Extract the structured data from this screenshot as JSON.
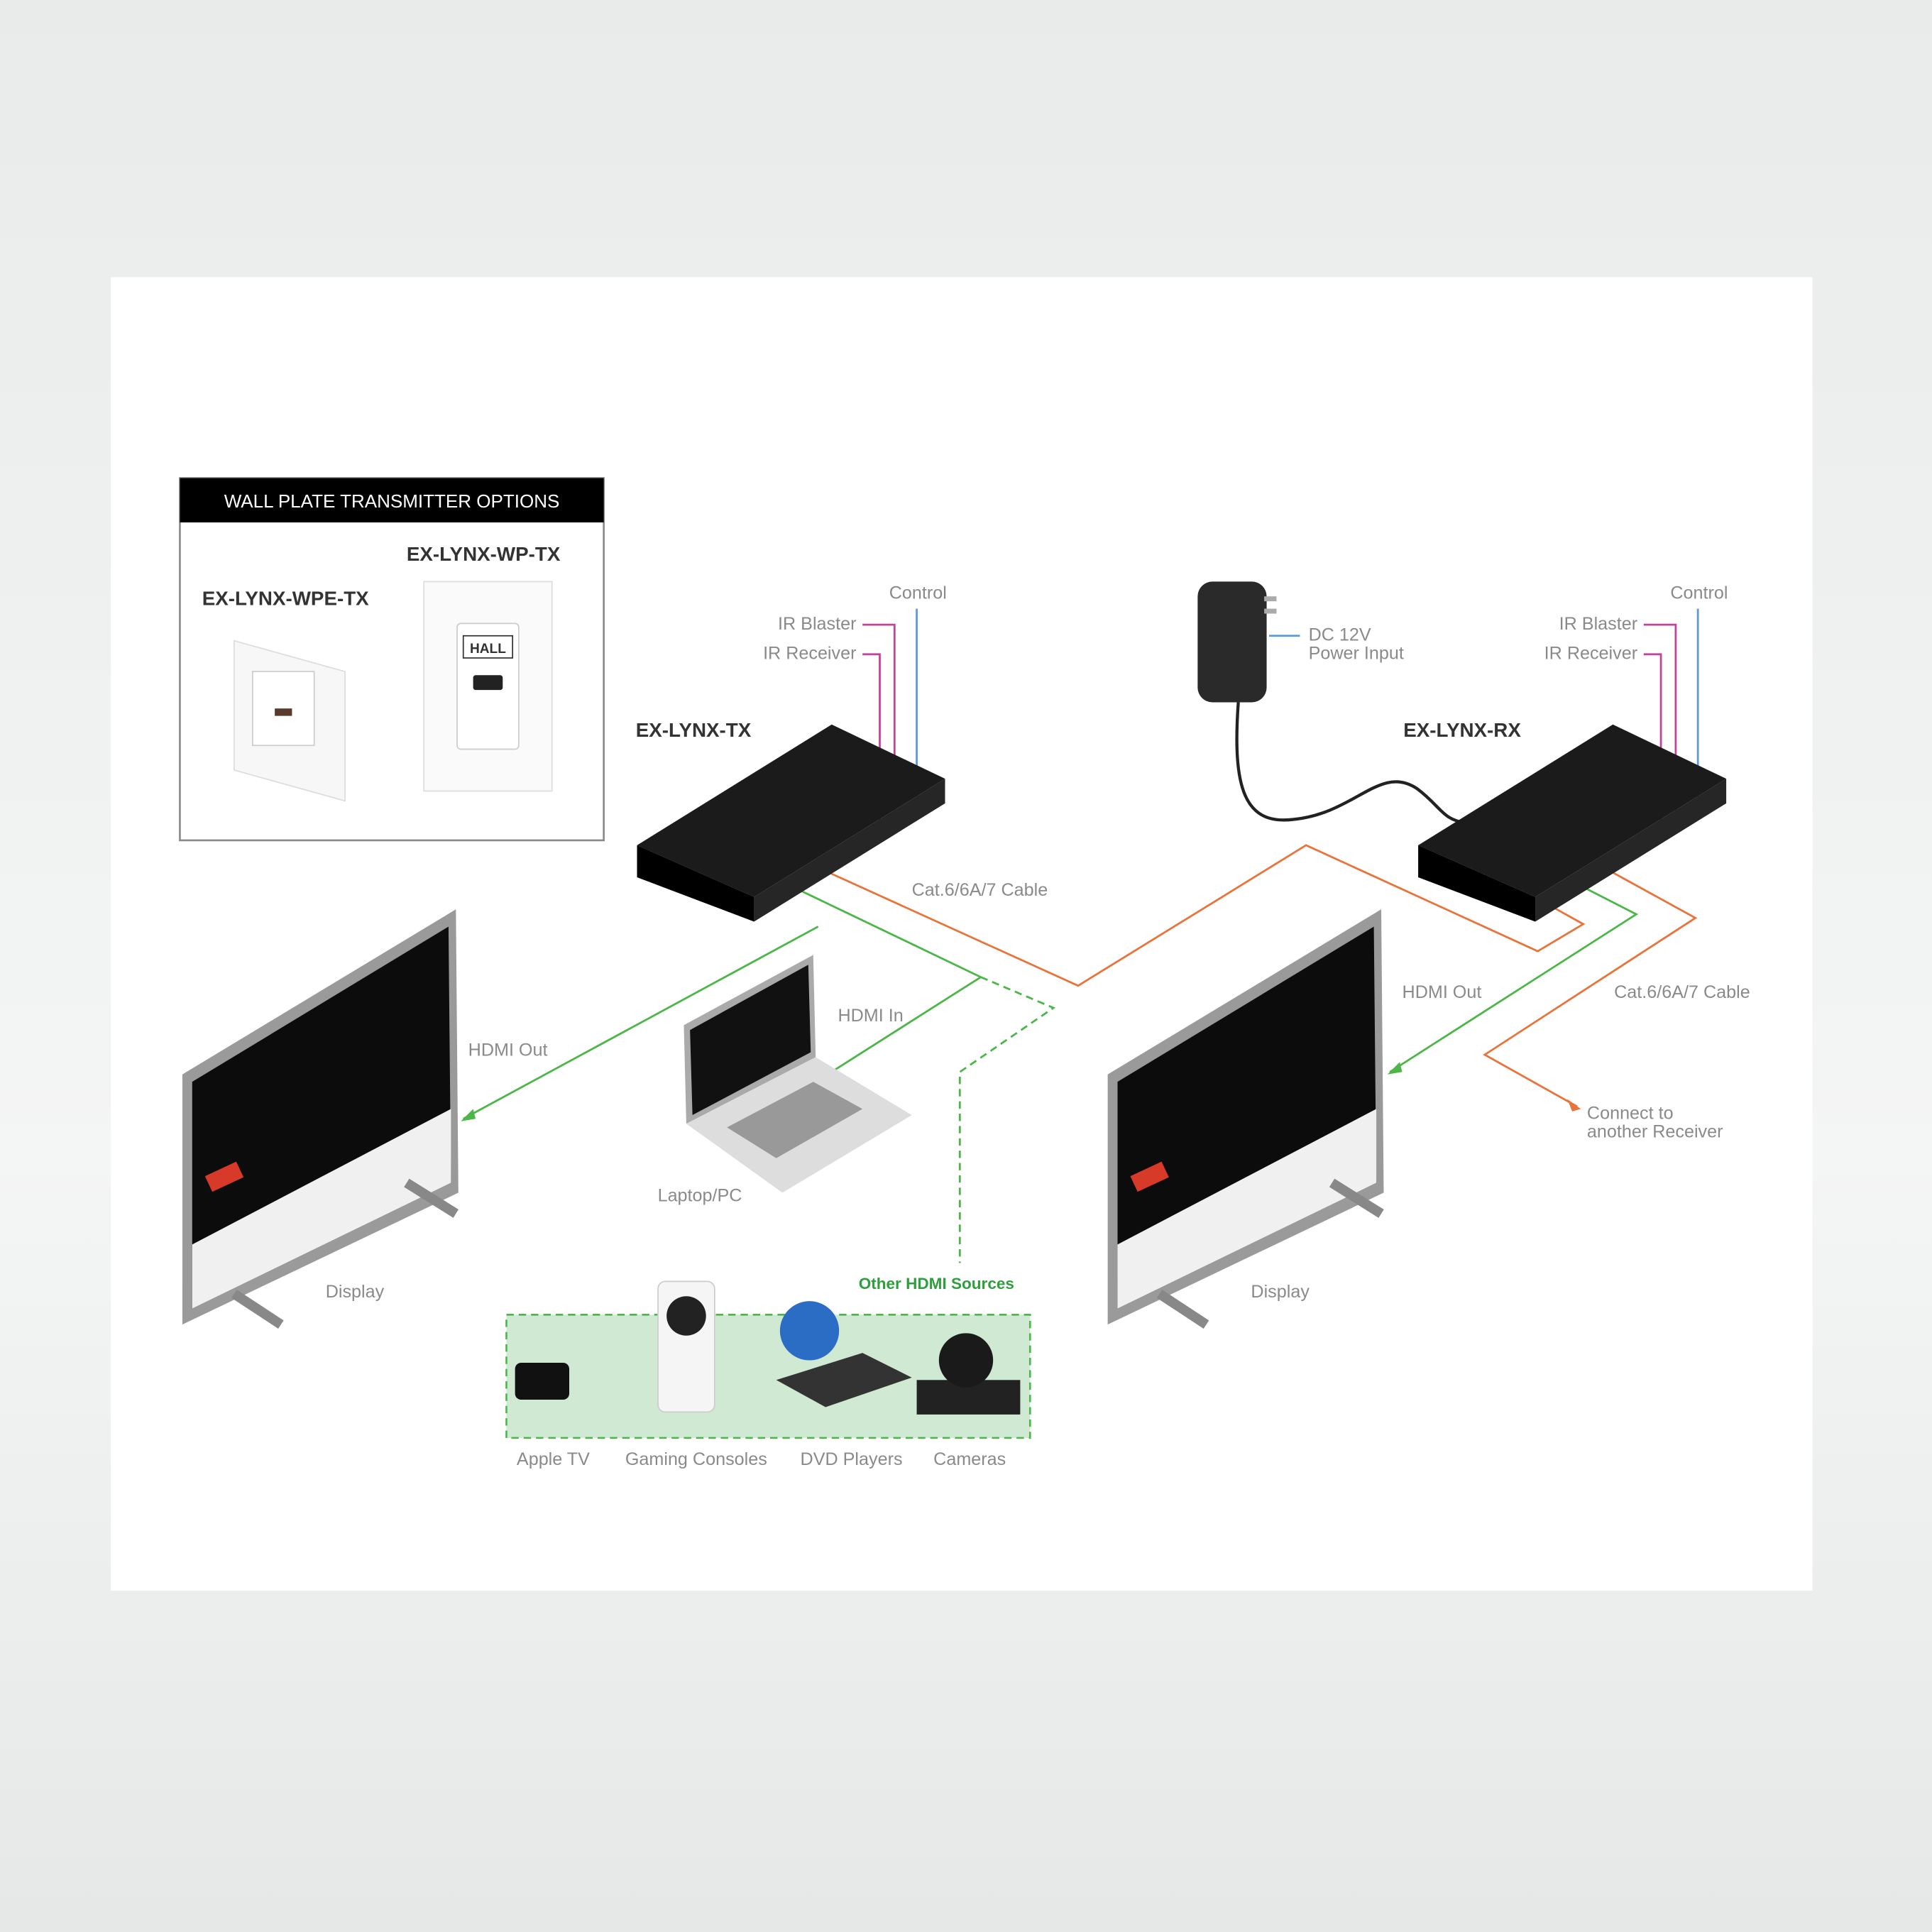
{
  "wallplate": {
    "header": "WALL PLATE TRANSMITTER OPTIONS",
    "wp_tx": "EX-LYNX-WP-TX",
    "wpe_tx": "EX-LYNX-WPE-TX",
    "logo": "HALL"
  },
  "tx": {
    "name": "EX-LYNX-TX",
    "control": "Control",
    "ir_blaster": "IR Blaster",
    "ir_receiver": "IR Receiver",
    "cable": "Cat.6/6A/7 Cable",
    "hdmi_out": "HDMI Out",
    "hdmi_in": "HDMI In"
  },
  "rx": {
    "name": "EX-LYNX-RX",
    "control": "Control",
    "ir_blaster": "IR Blaster",
    "ir_receiver": "IR Receiver",
    "cable": "Cat.6/6A/7 Cable",
    "hdmi_out": "HDMI Out",
    "connect_1": "Connect to",
    "connect_2": "another Receiver"
  },
  "power": {
    "line1": "DC 12V",
    "line2": "Power Input"
  },
  "laptop": "Laptop/PC",
  "display_left": "Display",
  "display_right": "Display",
  "sources": {
    "title": "Other HDMI Sources",
    "items": [
      "Apple TV",
      "Gaming Consoles",
      "DVD Players",
      "Cameras"
    ]
  },
  "colors": {
    "ir": "#c2449a",
    "control": "#5b9bd5",
    "cat": "#e8743b",
    "hdmi": "#4cb648",
    "sources_fill": "#cfe9d3"
  }
}
